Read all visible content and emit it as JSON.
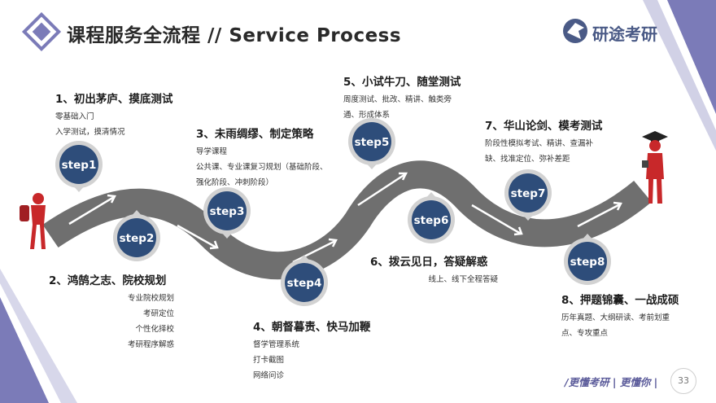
{
  "header": {
    "title": "课程服务全流程 // Service Process",
    "logo_text": "研途考研"
  },
  "steps": [
    {
      "label": "step1",
      "title": "1、初出茅庐、摸底测试",
      "desc": [
        "零基础入门",
        "入学测试，摸清情况"
      ]
    },
    {
      "label": "step2",
      "title": "2、鸿鹄之志、院校规划",
      "desc": [
        "专业院校规划",
        "考研定位",
        "个性化择校",
        "考研程序解惑"
      ]
    },
    {
      "label": "step3",
      "title": "3、未雨绸缪、制定策略",
      "desc": [
        "导学课程",
        "公共课、专业课复习规划（基础阶段、",
        "强化阶段、冲刺阶段）"
      ]
    },
    {
      "label": "step4",
      "title": "4、朝督暮责、快马加鞭",
      "desc": [
        "督学管理系统",
        "打卡截图",
        "网络问诊"
      ]
    },
    {
      "label": "step5",
      "title": "5、小试牛刀、随堂测试",
      "desc": [
        "周度测试、批改、精讲、触类旁",
        "通、形成体系"
      ]
    },
    {
      "label": "step6",
      "title": "6、拨云见日，答疑解惑",
      "desc": [
        "线上、线下全程答疑"
      ]
    },
    {
      "label": "step7",
      "title": "7、华山论剑、模考测试",
      "desc": [
        "阶段性模拟考试、精讲、查漏补",
        "缺、找准定位、弥补差距"
      ]
    },
    {
      "label": "step8",
      "title": "8、押题锦囊、一战成硕",
      "desc": [
        "历年真题、大纲研读、考前划重",
        "点、专攻重点"
      ]
    }
  ],
  "footer": {
    "slogan": "/更懂考研 | 更懂你 |",
    "page_number": "33"
  },
  "colors": {
    "accent": "#7b7bb8",
    "bubble": "#2e4d7a",
    "road": "#707070",
    "figure": "#c8282a"
  }
}
